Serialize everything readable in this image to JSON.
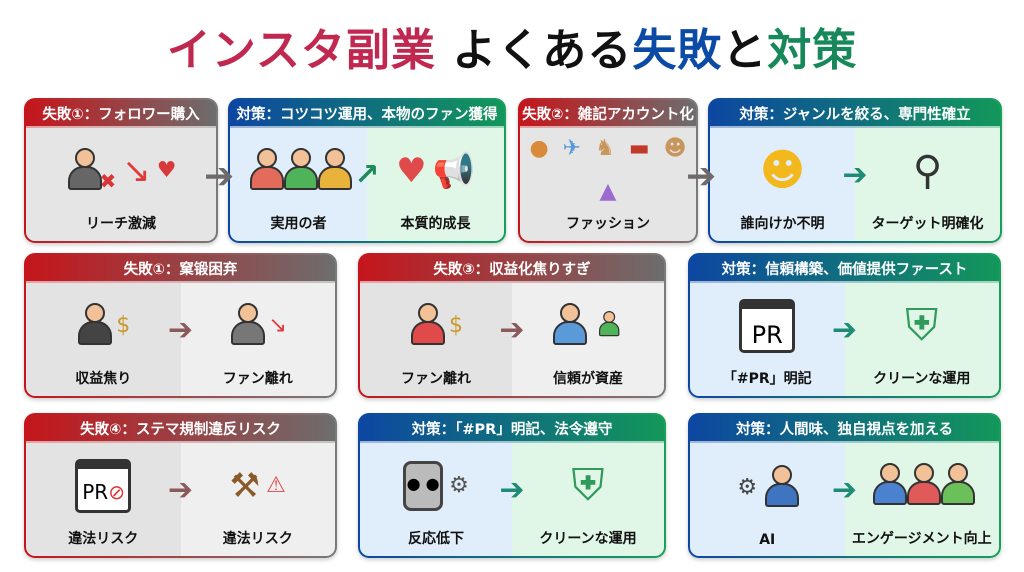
{
  "title": {
    "part1": "インスタ副業",
    "part2": "よくある",
    "part3": "失敗",
    "part4": "と",
    "part5": "対策"
  },
  "colors": {
    "fail_red": "#c4161c",
    "fix_blue": "#0d47a1",
    "fix_green": "#16a05a",
    "title_red": "#c0284f"
  },
  "cards": [
    {
      "type": "fail",
      "header": "失敗①：フォロワー購入",
      "panels": [
        {
          "label": "リーチ激減",
          "icons": [
            "people-x-icon",
            "down-arrow-icon",
            "broken-heart-icon"
          ]
        }
      ]
    },
    {
      "type": "fix",
      "header": "対策：コツコツ運用、本物のファン獲得",
      "panels": [
        {
          "label": "実用の者",
          "icons": [
            "community-icon"
          ]
        },
        {
          "label": "本質的成長",
          "icons": [
            "up-arrow-icon",
            "heart-icon",
            "megaphone-icon"
          ]
        }
      ]
    },
    {
      "type": "fail",
      "header": "失敗②：雑記アカウント化",
      "panels": [
        {
          "label": "ファッション",
          "icons": [
            "food-icon",
            "plane-icon",
            "dog-icon",
            "burger-icon",
            "puppy-icon",
            "dress-icon"
          ]
        }
      ]
    },
    {
      "type": "fix",
      "header": "対策：ジャンルを絞る、専門性確立",
      "panels": [
        {
          "label": "誰向けか不明",
          "icons": [
            "thinking-face-icon"
          ]
        },
        {
          "label": "ターゲット明確化",
          "icons": [
            "magnifier-icon"
          ]
        }
      ]
    },
    {
      "type": "fail",
      "header": "失敗①：窠锻困弃",
      "panels": [
        {
          "label": "収益焦り",
          "icons": [
            "worried-person-icon",
            "money-bag-icon"
          ]
        },
        {
          "label": "ファン離れ",
          "icons": [
            "chasing-person-icon",
            "down-arrow-icon"
          ]
        }
      ]
    },
    {
      "type": "fail",
      "header": "失敗③：収益化焦りすぎ",
      "panels": [
        {
          "label": "ファン離れ",
          "icons": [
            "running-person-icon",
            "money-bag-icon"
          ]
        },
        {
          "label": "信頼が資産",
          "icons": [
            "businessman-icon",
            "group-icon"
          ]
        }
      ]
    },
    {
      "type": "fix",
      "header": "対策：信頼構築、価値提供ファースト",
      "panels": [
        {
          "label": "「#PR」明記",
          "icons": [
            "pr-window-icon"
          ]
        },
        {
          "label": "クリーンな運用",
          "icons": [
            "shield-thumbs-up-icon"
          ]
        }
      ]
    },
    {
      "type": "fail",
      "header": "失敗④：ステマ規制違反リスク",
      "panels": [
        {
          "label": "違法リスク",
          "icons": [
            "pr-prohibited-icon"
          ]
        },
        {
          "label": "違法リスク",
          "icons": [
            "gavel-icon",
            "warning-icon"
          ]
        }
      ]
    },
    {
      "type": "fix",
      "header": "対策：「#PR」明記、法令遵守",
      "panels": [
        {
          "label": "反応低下",
          "icons": [
            "robot-icon",
            "gear-icon"
          ]
        },
        {
          "label": "クリーンな運用",
          "icons": [
            "shield-thumbs-up-icon"
          ]
        }
      ]
    },
    {
      "type": "fix",
      "header": "対策：人間味、独自視点を加える",
      "panels": [
        {
          "label": "AI",
          "icons": [
            "ai-person-laptop-icon"
          ]
        },
        {
          "label": "エンゲージメント向上",
          "icons": [
            "happy-group-icon"
          ]
        }
      ]
    }
  ]
}
